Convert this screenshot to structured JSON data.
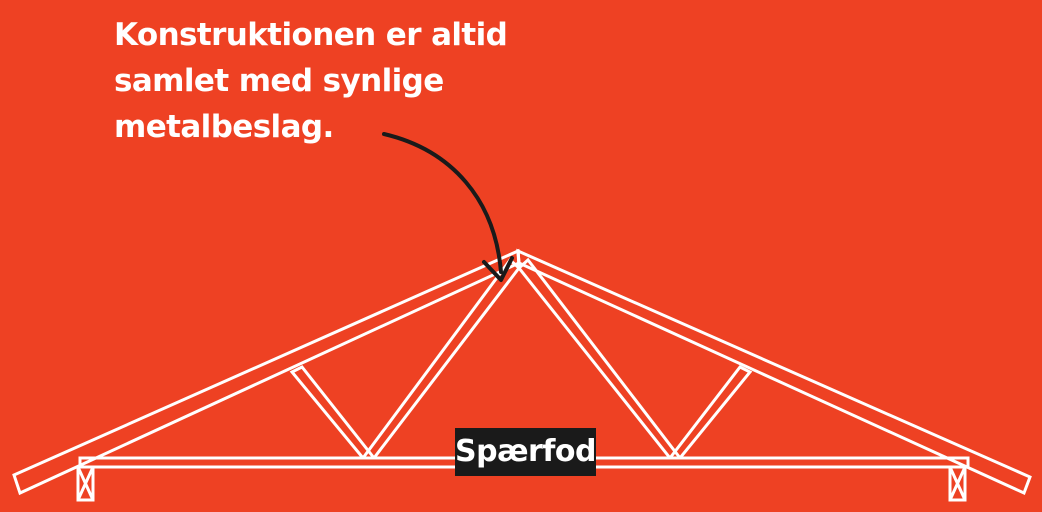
{
  "colors": {
    "background": "#ee4123",
    "timber_outline": "#ffffff",
    "arrow": "#1a1a1a",
    "label_background": "#1a1a1a",
    "text": "#ffffff"
  },
  "callout": {
    "lines": [
      "Konstruktionen er altid",
      "samlet med synlige",
      "metalbeslag."
    ]
  },
  "label": {
    "text": "Spærfod"
  }
}
